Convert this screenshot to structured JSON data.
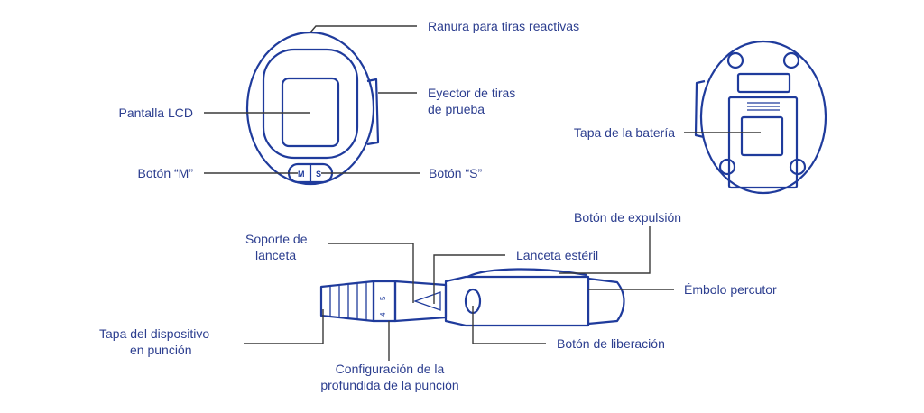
{
  "labels": {
    "test_strip_slot": "Ranura para tiras reactivas",
    "strip_ejector_line1": "Eyector de tiras",
    "strip_ejector_line2": "de prueba",
    "lcd_screen": "Pantalla LCD",
    "m_button": "Botón “M”",
    "s_button": "Botón “S”",
    "battery_cover": "Tapa de la batería",
    "eject_button": "Botón de expulsión",
    "lancet_holder_line1": "Soporte de",
    "lancet_holder_line2": "lanceta",
    "sterile_lancet": "Lanceta estéril",
    "firing_plunger": "Émbolo percutor",
    "device_cap_line1": "Tapa del dispositivo",
    "device_cap_line2": "en punción",
    "release_button": "Botón de liberación",
    "depth_setting_line1": "Configuración de la",
    "depth_setting_line2": "profundida de la punción"
  },
  "device_marks": {
    "m_key": "M",
    "s_key": "S",
    "depth_numbers": [
      "5",
      "4"
    ]
  },
  "colors": {
    "device_outline": "#1f3b9c",
    "label_text": "#2c3e8f",
    "leader_line": "#3a3a3a"
  }
}
